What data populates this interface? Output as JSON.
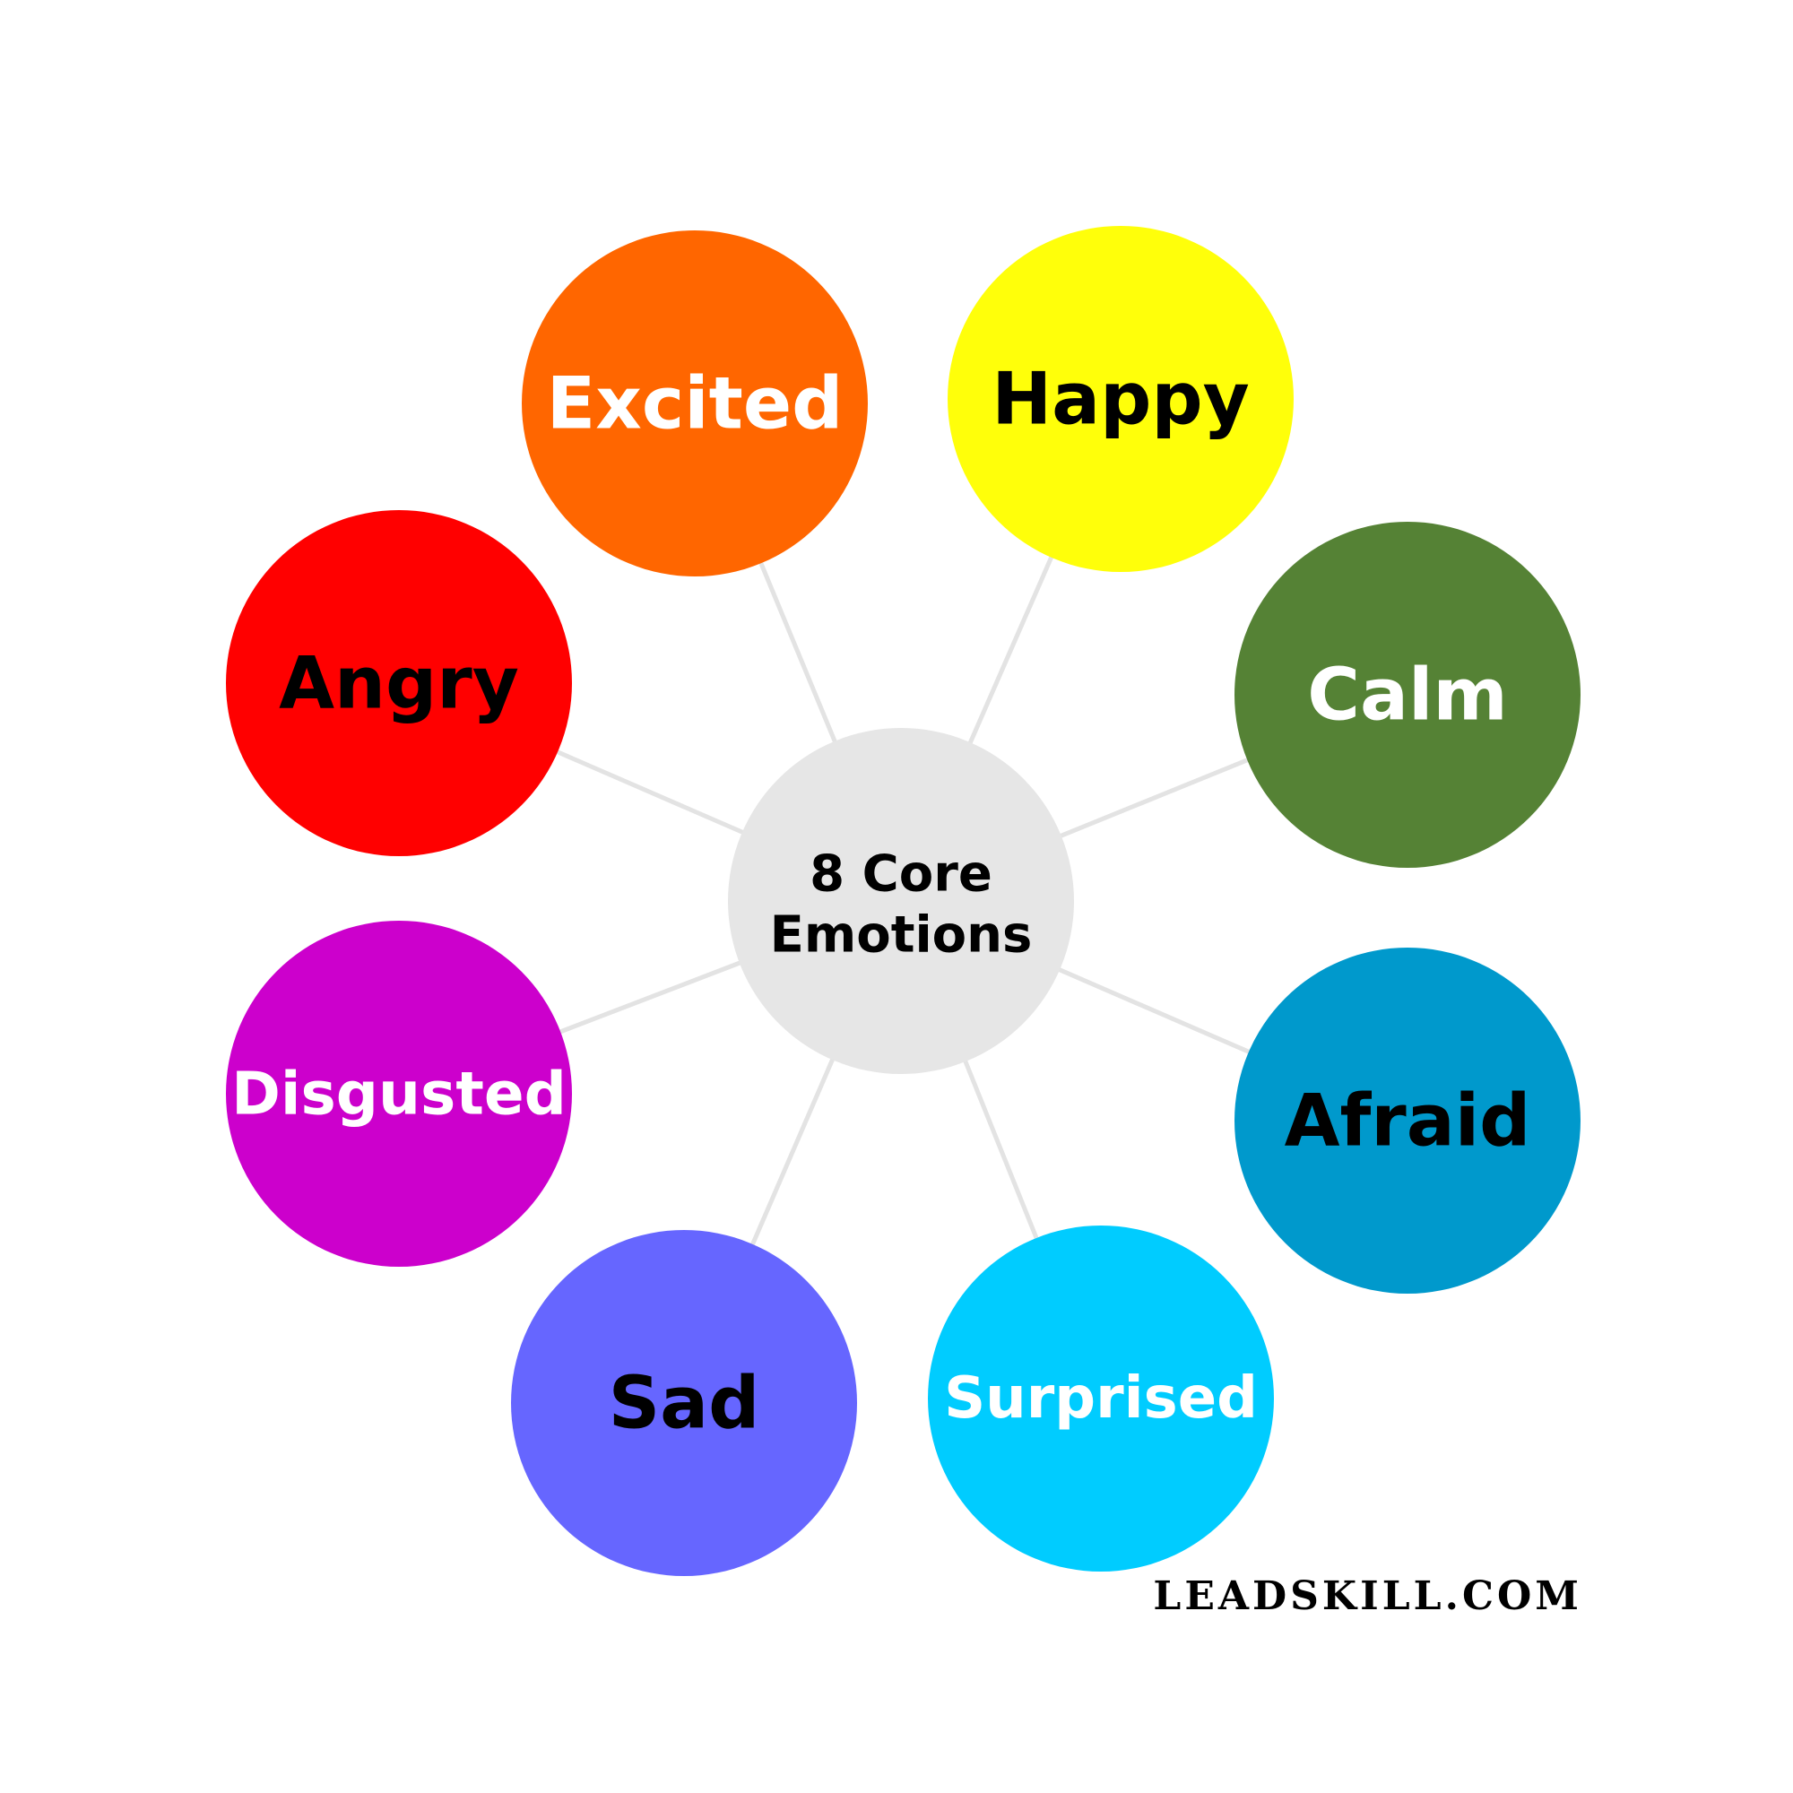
{
  "diagram": {
    "hub": {
      "line1": "8 Core",
      "line2": "Emotions",
      "color": "#e6e6e6",
      "text_color": "#000000"
    },
    "emotions": [
      {
        "label": "Excited",
        "color": "#ff6600",
        "text_color": "#ffffff"
      },
      {
        "label": "Happy",
        "color": "#ffff0a",
        "text_color": "#000000"
      },
      {
        "label": "Calm",
        "color": "#558235",
        "text_color": "#ffffff"
      },
      {
        "label": "Afraid",
        "color": "#0099cc",
        "text_color": "#000000"
      },
      {
        "label": "Surprised",
        "color": "#00ccff",
        "text_color": "#ffffff"
      },
      {
        "label": "Sad",
        "color": "#6666ff",
        "text_color": "#000000"
      },
      {
        "label": "Disgusted",
        "color": "#cc00cc",
        "text_color": "#ffffff"
      },
      {
        "label": "Angry",
        "color": "#ff0000",
        "text_color": "#000000"
      }
    ],
    "connector_color": "#e3e3e3"
  },
  "footer": {
    "brand": "LEADSKILL.COM"
  }
}
